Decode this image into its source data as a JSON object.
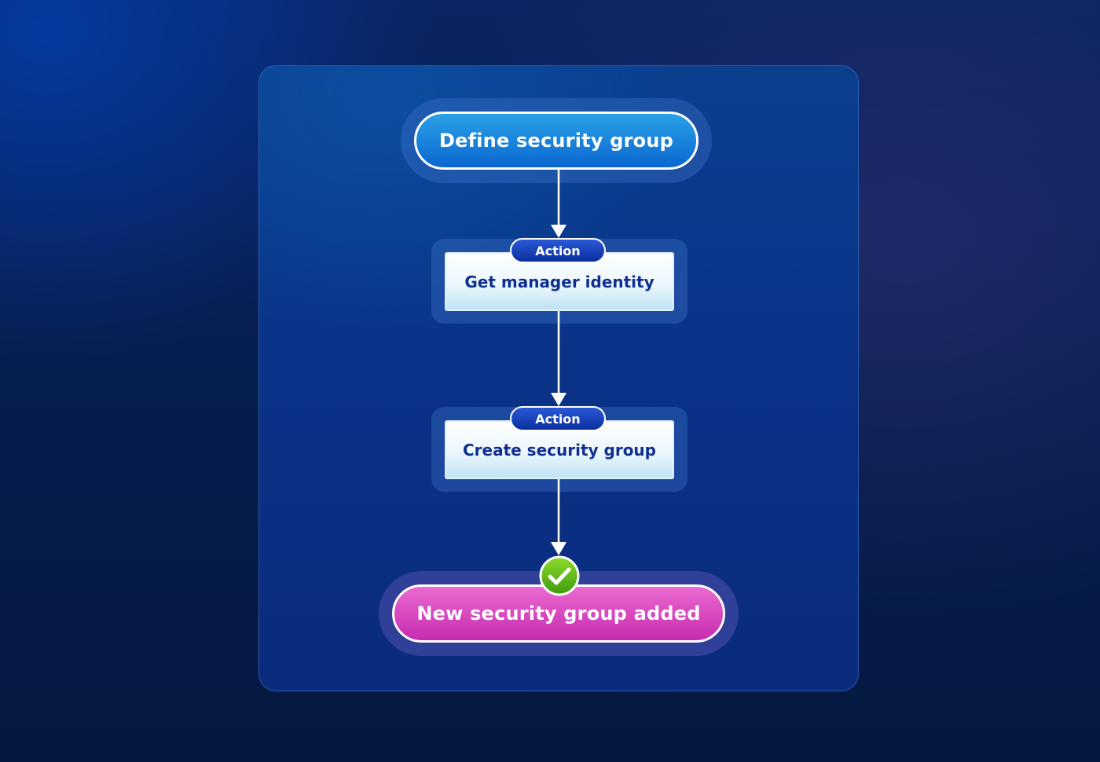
{
  "flow": {
    "start": {
      "label": "Define security group"
    },
    "steps": [
      {
        "tag": "Action",
        "label": "Get manager identity"
      },
      {
        "tag": "Action",
        "label": "Create security group"
      }
    ],
    "end": {
      "label": "New security group added",
      "icon": "checkmark-icon"
    }
  },
  "colors": {
    "start_fill": "#0a67d0",
    "end_fill": "#c72bb0",
    "action_text": "#0f2f8f",
    "success_green": "#5cbd14"
  }
}
